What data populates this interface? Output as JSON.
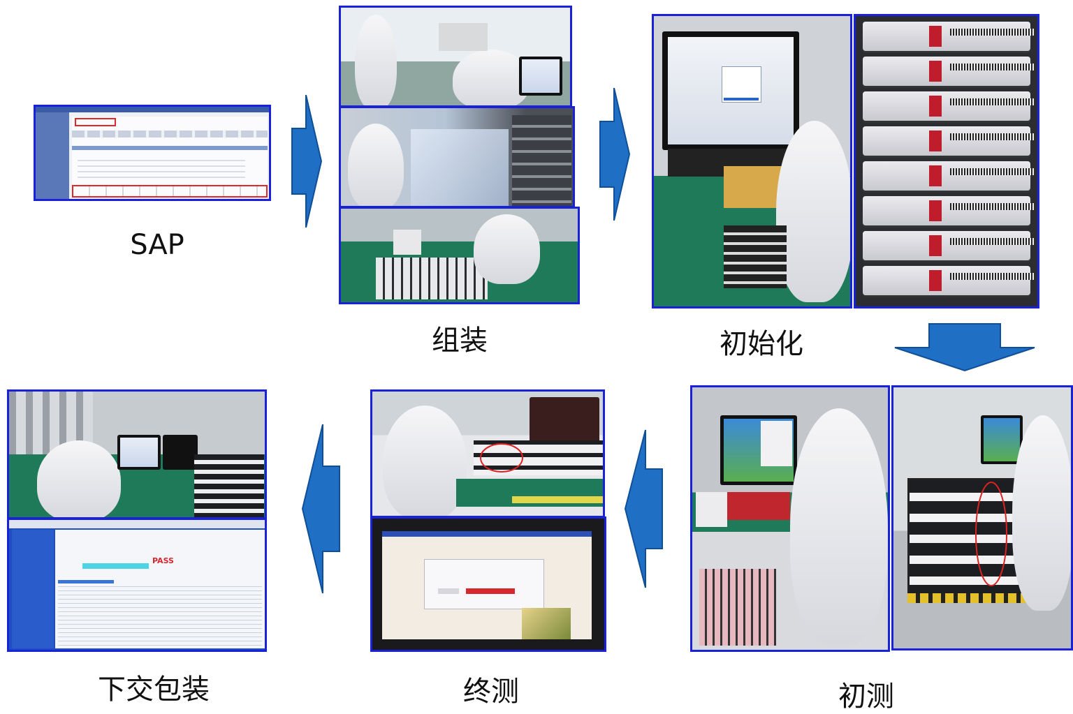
{
  "steps": [
    {
      "id": "sap",
      "label": "SAP"
    },
    {
      "id": "assembly",
      "label": "组装"
    },
    {
      "id": "init",
      "label": "初始化"
    },
    {
      "id": "initial_test",
      "label": "初测"
    },
    {
      "id": "final_test",
      "label": "终测"
    },
    {
      "id": "packaging",
      "label": "下交包装"
    }
  ],
  "colors": {
    "photo_border": "#1a22d8",
    "arrow_fill": "#1f6fc4",
    "arrow_dark": "#0f4f9a",
    "bench_green": "#1f7a5a",
    "pass_red": "#d6262e"
  },
  "screen_text": {
    "pass_banner": "PASS"
  },
  "arrows": [
    "arrow-right-icon",
    "arrow-right-icon",
    "arrow-down-icon",
    "arrow-left-icon",
    "arrow-left-icon"
  ]
}
